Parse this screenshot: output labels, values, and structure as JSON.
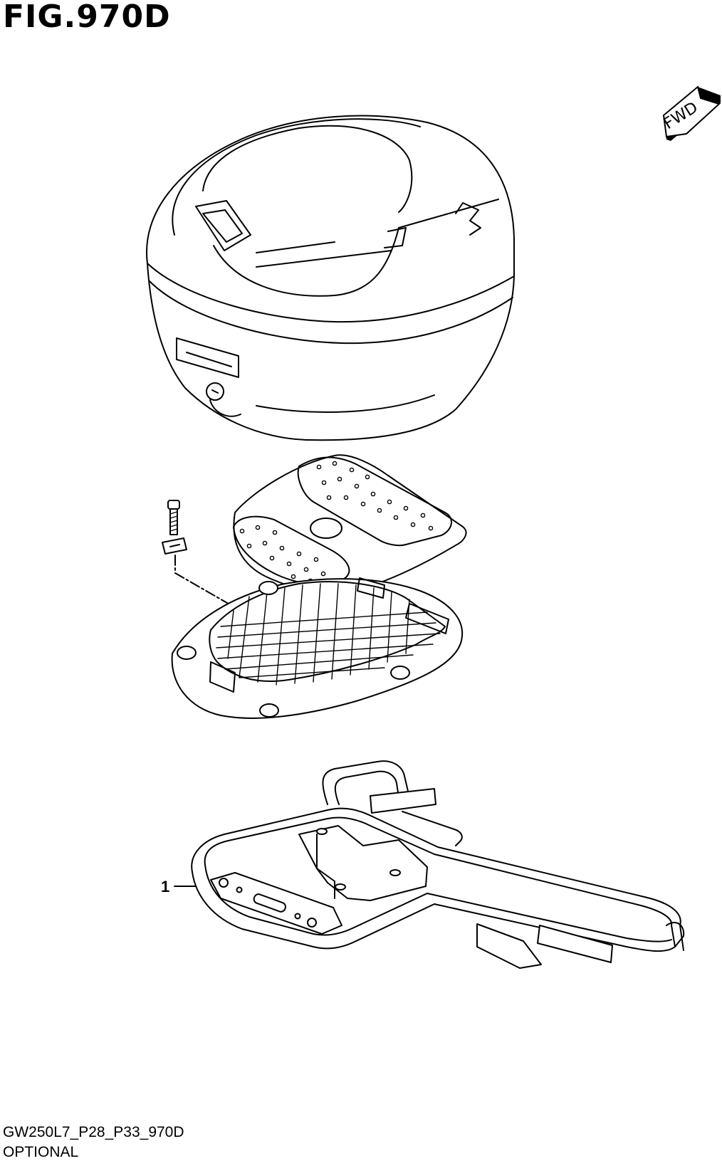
{
  "figure": {
    "title": "FIG.970D",
    "code": "GW250L7_P28_P33_970D",
    "section": "OPTIONAL"
  },
  "fwd_indicator": {
    "text": "FWD"
  },
  "callouts": [
    {
      "number": "1"
    }
  ]
}
